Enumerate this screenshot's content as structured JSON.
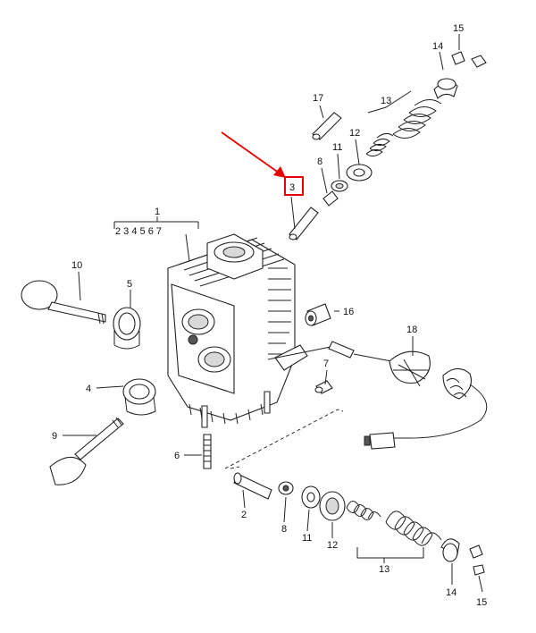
{
  "diagram": {
    "callouts": {
      "c1": "1",
      "c1_sub": "2 3 4 5 6 7",
      "c2": "2",
      "c3": "3",
      "c4": "4",
      "c5": "5",
      "c6": "6",
      "c7": "7",
      "c8_top": "8",
      "c8_bottom": "8",
      "c9": "9",
      "c10": "10",
      "c11_top": "11",
      "c11_bottom": "11",
      "c12_top": "12",
      "c12_bottom": "12",
      "c13_top": "13",
      "c13_bottom": "13",
      "c14_top": "14",
      "c14_bottom": "14",
      "c15_top": "15",
      "c15_bottom": "15",
      "c16": "16",
      "c17": "17",
      "c18": "18"
    },
    "highlight": {
      "part": "3",
      "box_color": "#e60000",
      "arrow_color": "#e60000"
    }
  }
}
